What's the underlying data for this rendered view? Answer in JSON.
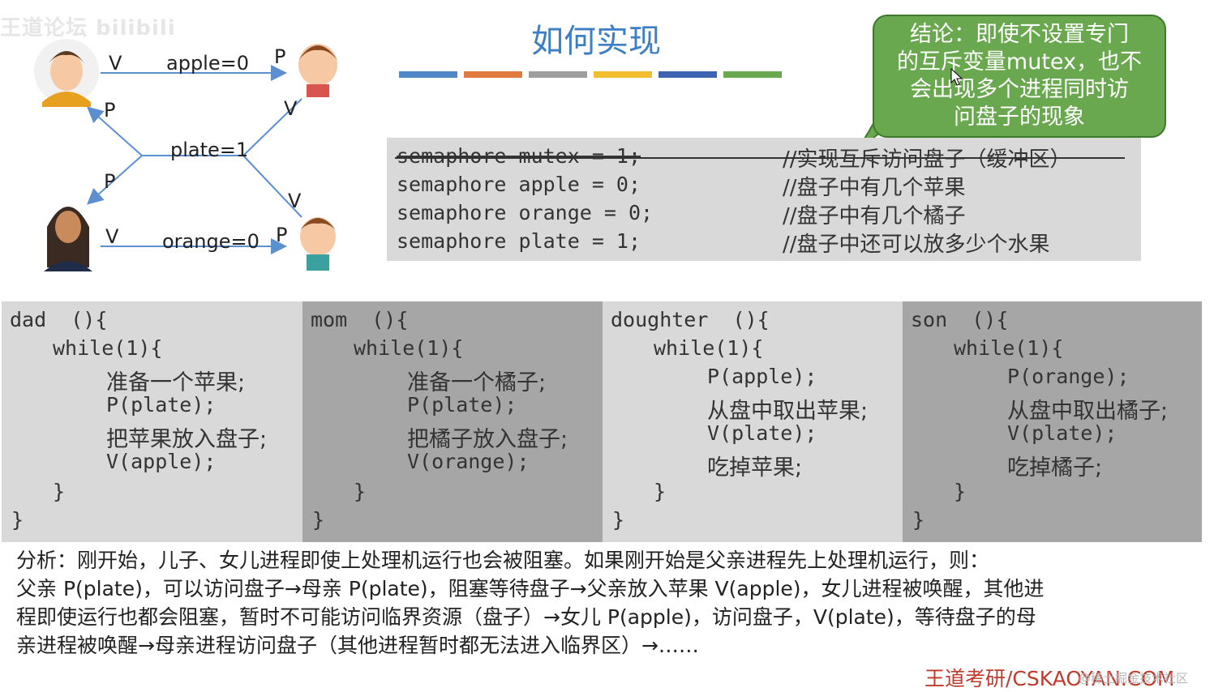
{
  "watermark_top": "王道论坛 bilibili",
  "title": "如何实现",
  "color_bars": [
    "#4f86c6",
    "#e07a3f",
    "#9e9e9e",
    "#f2bd2f",
    "#3c64b1",
    "#6aa84f"
  ],
  "callout": {
    "lines": [
      "结论：即使不设置专门",
      "的互斥变量mutex，也不",
      "会出现多个进程同时访",
      "问盘子的现象"
    ]
  },
  "diagram": {
    "dad_v": "V",
    "apple": "apple=0",
    "apple_p": "P",
    "plate": "plate=1",
    "dad_p": "P",
    "mom_p": "P",
    "daughter_v": "V",
    "son_v": "V",
    "mom_v": "V",
    "orange": "orange=0",
    "orange_p": "P"
  },
  "semaphores": [
    {
      "code": "semaphore mutex = 1;",
      "comment": "//实现互斥访问盘子（缓冲区）",
      "struck": true
    },
    {
      "code": "semaphore apple = 0;",
      "comment": "//盘子中有几个苹果",
      "struck": false
    },
    {
      "code": "semaphore orange = 0;",
      "comment": "//盘子中有几个橘子",
      "struck": false
    },
    {
      "code": "semaphore plate = 1;",
      "comment": "//盘子中还可以放多少个水果",
      "struck": false
    }
  ],
  "panels": [
    {
      "bg": "#d9d9d9",
      "header": "dad  (){",
      "loop": "while(1){",
      "lines": [
        "准备一个苹果;",
        "P(plate);",
        "把苹果放入盘子;",
        "V(apple);"
      ],
      "close_inner": "}",
      "close_outer": "}"
    },
    {
      "bg": "#a6a6a6",
      "header": "mom  (){",
      "loop": "while(1){",
      "lines": [
        "准备一个橘子;",
        "P(plate);",
        "把橘子放入盘子;",
        "V(orange);"
      ],
      "close_inner": "}",
      "close_outer": "}"
    },
    {
      "bg": "#d9d9d9",
      "header": "doughter  (){",
      "loop": "while(1){",
      "lines": [
        "P(apple);",
        "从盘中取出苹果;",
        "V(plate);",
        "吃掉苹果;"
      ],
      "close_inner": "}",
      "close_outer": "}"
    },
    {
      "bg": "#a6a6a6",
      "header": "son  (){",
      "loop": "while(1){",
      "lines": [
        "P(orange);",
        "从盘中取出橘子;",
        "V(plate);",
        "吃掉橘子;"
      ],
      "close_inner": "}",
      "close_outer": "}"
    }
  ],
  "analysis": [
    "分析：刚开始，儿子、女儿进程即使上处理机运行也会被阻塞。如果刚开始是父亲进程先上处理机运行，则：",
    "父亲 P(plate)，可以访问盘子→母亲 P(plate)，阻塞等待盘子→父亲放入苹果 V(apple)，女儿进程被唤醒，其他进",
    "程即使运行也都会阻塞，暂时不可能访问临界资源（盘子）→女儿 P(apple)，访问盘子，V(plate)，等待盘子的母",
    "亲进程被唤醒→母亲进程访问盘子（其他进程暂时都无法进入临界区）→……"
  ],
  "footer": {
    "brand": "王道考研/CSKAOYAN.COM",
    "watermark": "@稀土掘金技术社区"
  }
}
